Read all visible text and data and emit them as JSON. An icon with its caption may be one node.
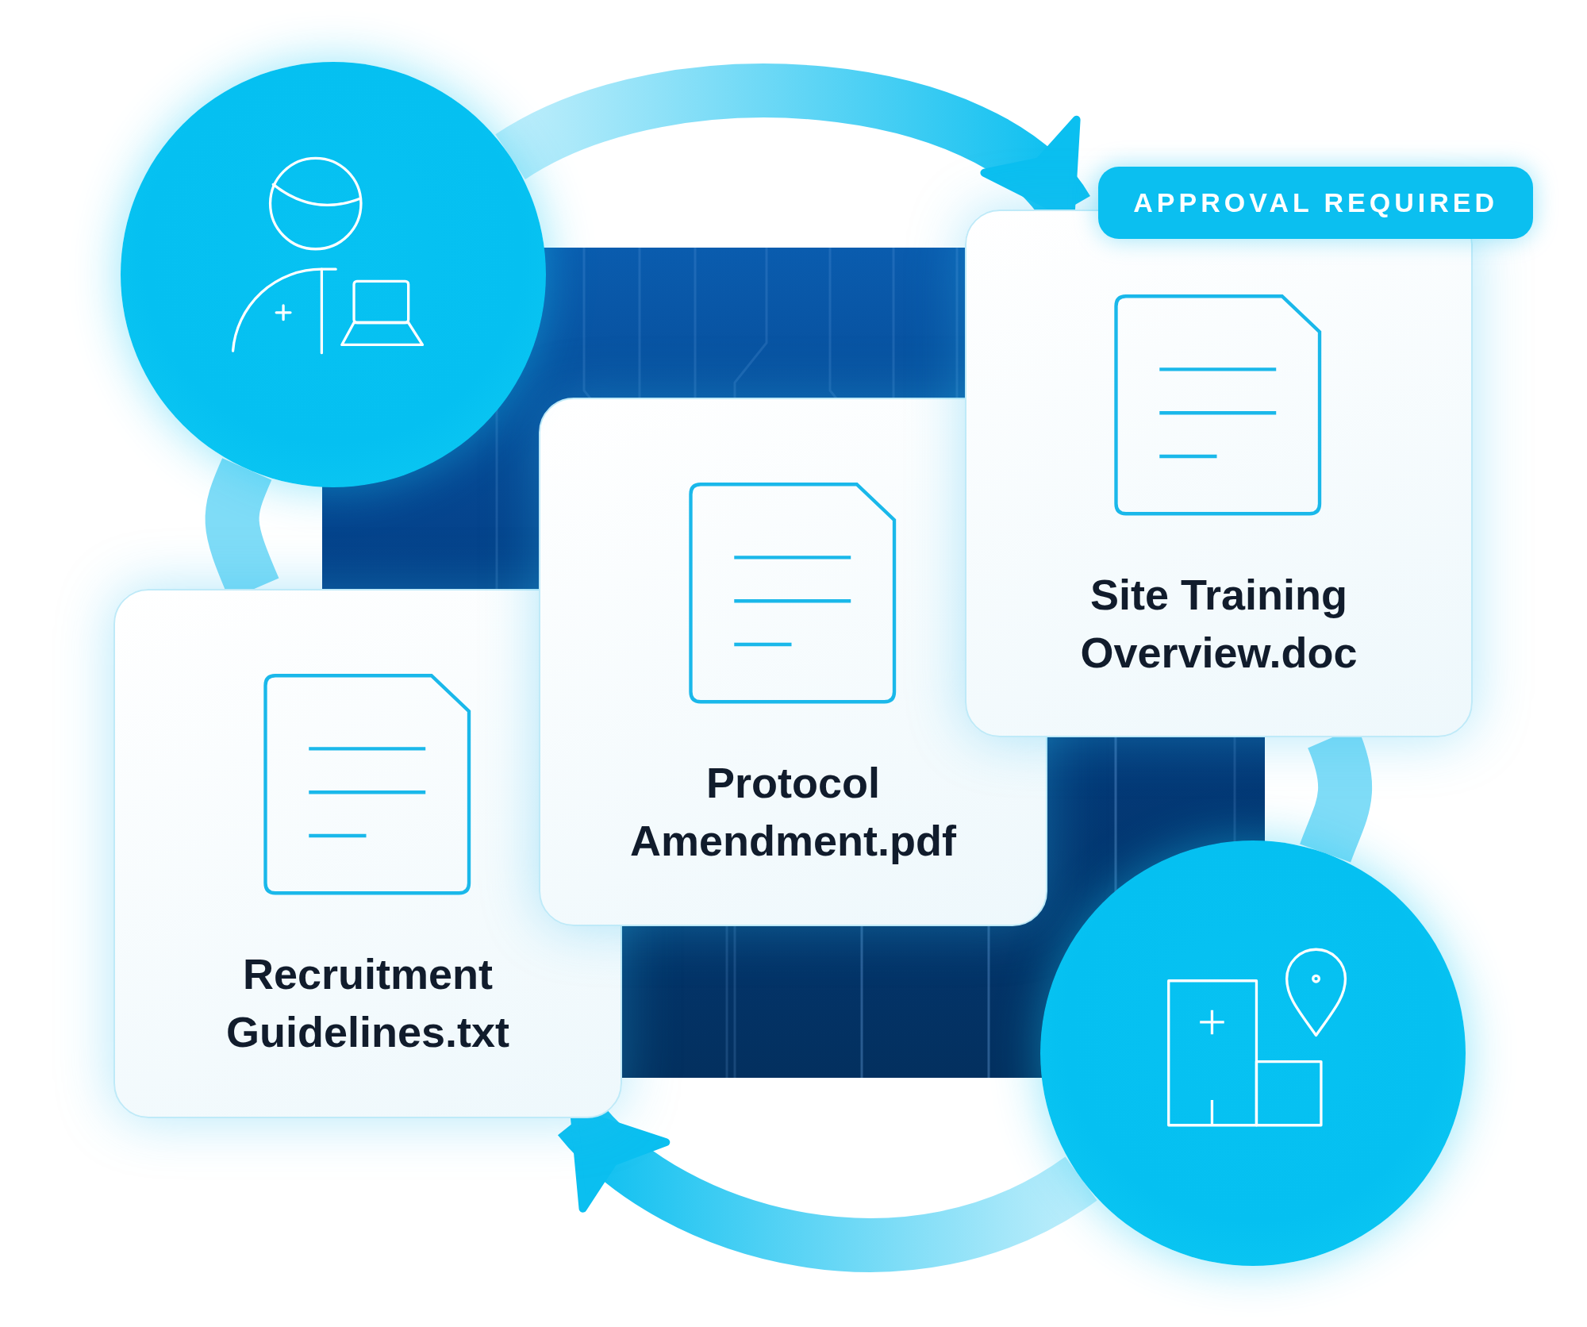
{
  "diagram": {
    "nodes": [
      {
        "text": [],
        "shape": "circle"
      },
      {
        "text": [
          "APPROVAL REQUIRED",
          "Site Training Overview.doc"
        ]
      },
      {
        "text": [
          "Protocol Amendment.pdf"
        ]
      },
      {
        "text": [
          "Recruitment Guidelines.txt"
        ]
      },
      {
        "text": [],
        "shape": "circle"
      }
    ],
    "edges": [
      {
        "from": 0,
        "to": 1,
        "arrow": "to"
      },
      {
        "from": 1,
        "to": 4,
        "arrow": "none"
      },
      {
        "from": 4,
        "to": 3,
        "arrow": "to"
      },
      {
        "from": 3,
        "to": 0,
        "arrow": "none"
      }
    ]
  }
}
